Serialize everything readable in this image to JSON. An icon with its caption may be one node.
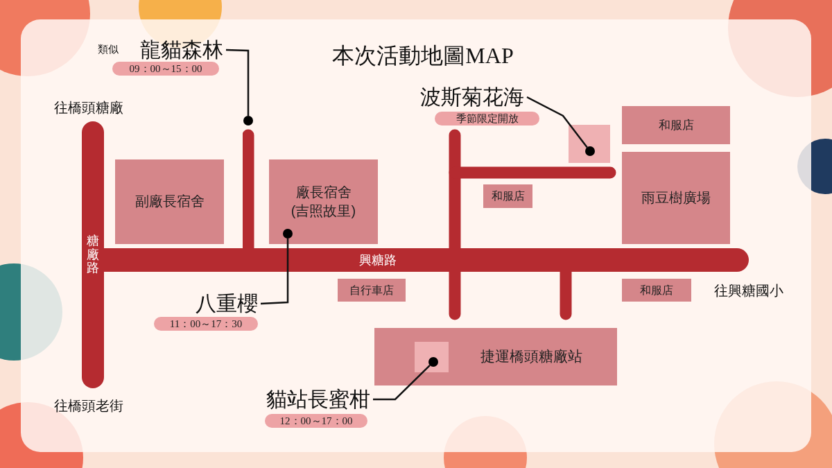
{
  "diagram": {
    "title": "本次活動地圖MAP",
    "nodes": [
      {
        "text": [
          "龍貓森林"
        ],
        "beside": [
          "類似",
          "09：00～15：00"
        ]
      },
      {
        "text": [],
        "shape": "circle"
      },
      {
        "text": [
          "副廠長宿舍"
        ]
      },
      {
        "text": [
          "廠長宿舍 (吉照故里)"
        ]
      },
      {
        "text": [],
        "shape": "circle",
        "in": 3
      },
      {
        "text": [
          "八重櫻"
        ],
        "beside": [
          "11：00～17：30"
        ]
      },
      {
        "text": [
          "波斯菊花海"
        ],
        "beside": [
          "季節限定開放"
        ]
      },
      {
        "text": [],
        "shape": "box"
      },
      {
        "text": [],
        "shape": "circle",
        "in": 7
      },
      {
        "text": [
          "和服店"
        ]
      },
      {
        "text": [
          "雨豆樹廣場"
        ]
      },
      {
        "text": [
          "和服店"
        ]
      },
      {
        "text": [
          "自行車店"
        ]
      },
      {
        "text": [
          "和服店"
        ]
      },
      {
        "text": [
          "捷運橋頭糖廠站"
        ]
      },
      {
        "text": [],
        "shape": "box",
        "in": 14
      },
      {
        "text": [],
        "shape": "circle",
        "in": 15
      },
      {
        "text": [
          "貓站長蜜柑"
        ],
        "beside": [
          "12：00～17：00"
        ]
      },
      {
        "text": [
          "糖廠路"
        ]
      },
      {
        "text": [
          "興糖路"
        ]
      }
    ],
    "edges": [
      {
        "from": 0,
        "to": 1,
        "arrow": "none"
      },
      {
        "from": 5,
        "to": 4,
        "arrow": "none"
      },
      {
        "from": 6,
        "to": 8,
        "arrow": "none"
      },
      {
        "from": 17,
        "to": 16,
        "arrow": "none"
      }
    ],
    "labels": [
      "往橋頭糖廠",
      "往興糖國小",
      "往橋頭老街"
    ]
  }
}
